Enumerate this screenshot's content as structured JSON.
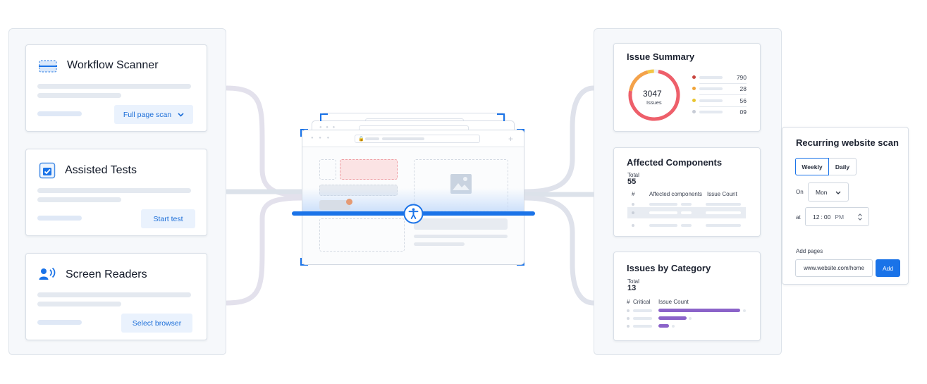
{
  "colors": {
    "accent": "#1a73e8",
    "connector": "#d9dde6",
    "donut_red": "#ee5f6a",
    "donut_orange": "#f4a24a",
    "donut_yellow": "#f3c645",
    "purple": "#8b63c9"
  },
  "left": {
    "workflow": {
      "title": "Workflow Scanner",
      "button": "Full page scan",
      "icon": "scanner-icon"
    },
    "assisted": {
      "title": "Assisted Tests",
      "button": "Start test",
      "icon": "checkbox-icon"
    },
    "readers": {
      "title": "Screen Readers",
      "button": "Select browser",
      "icon": "screen-reader-icon"
    }
  },
  "center": {
    "icon": "accessibility-icon"
  },
  "issue_summary": {
    "title": "Issue Summary",
    "total": "3047",
    "total_label": "Issues",
    "rows": [
      {
        "color": "#c8453f",
        "value": "790"
      },
      {
        "color": "#f0a439",
        "value": "28"
      },
      {
        "color": "#e9c530",
        "value": "56"
      },
      {
        "color": "#c7ccd6",
        "value": "09"
      }
    ]
  },
  "affected": {
    "title": "Affected Components",
    "total_label": "Total",
    "total": "55",
    "col_num": "#",
    "col_components": "Affected components",
    "col_count": "Issue Count"
  },
  "category": {
    "title": "Issues by Category",
    "total_label": "Total",
    "total": "13",
    "col_num": "#",
    "col_critical": "Critical",
    "col_count": "Issue Count"
  },
  "recurring": {
    "title": "Recurring website scan",
    "tab_weekly": "Weekly",
    "tab_daily": "Daily",
    "on_label": "On",
    "day": "Mon",
    "at_label": "at",
    "hour": "12",
    "minute": "00",
    "ampm": "PM",
    "add_pages_label": "Add pages",
    "url": "www.website.com/home",
    "add_button": "Add"
  }
}
